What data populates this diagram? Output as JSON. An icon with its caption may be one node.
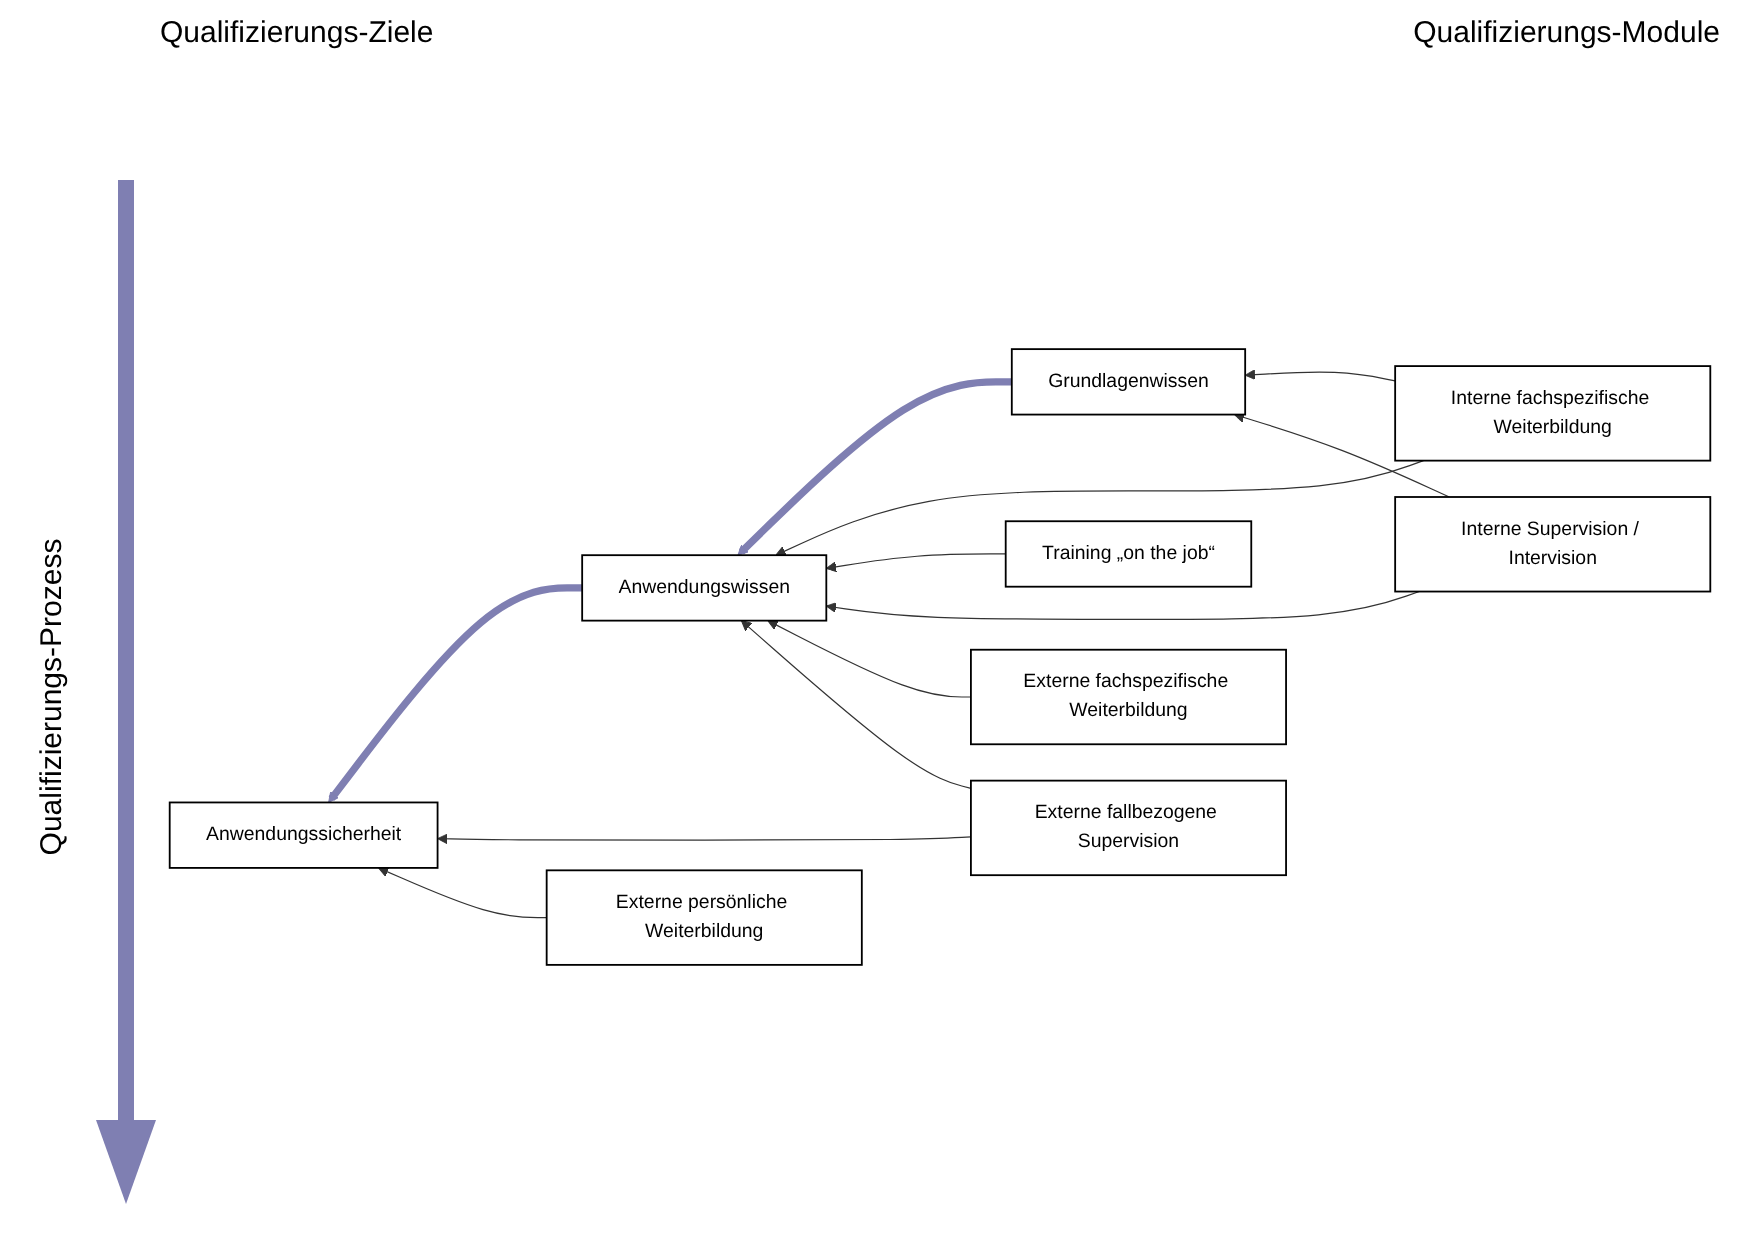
{
  "diagram": {
    "nodes": [
      {
        "text": [
          "Grundlagenwissen"
        ]
      },
      {
        "text": [
          "Anwendungswissen"
        ]
      },
      {
        "text": [
          "Anwendungssicherheit"
        ]
      },
      {
        "text": [
          "Interne fachspezifische Weiterbildung"
        ]
      },
      {
        "text": [
          "Training „on the job“"
        ]
      },
      {
        "text": [
          "Interne Supervision / Intervision"
        ]
      },
      {
        "text": [
          "Externe fachspezifische Weiterbildung"
        ]
      },
      {
        "text": [
          "Externe fallbezogene Supervision"
        ]
      },
      {
        "text": [
          "Externe persönliche Weiterbildung"
        ]
      }
    ],
    "edges": [
      {
        "from": 0,
        "to": 1,
        "arrow": "to",
        "style": "thick",
        "color": "#7f7fb2"
      },
      {
        "from": 1,
        "to": 2,
        "arrow": "to",
        "style": "thick",
        "color": "#7f7fb2"
      },
      {
        "from": 3,
        "to": 0,
        "arrow": "to"
      },
      {
        "from": 3,
        "to": 1,
        "arrow": "to"
      },
      {
        "from": 4,
        "to": 1,
        "arrow": "to"
      },
      {
        "from": 5,
        "to": 0,
        "arrow": "to"
      },
      {
        "from": 5,
        "to": 1,
        "arrow": "to"
      },
      {
        "from": 6,
        "to": 1,
        "arrow": "to"
      },
      {
        "from": 7,
        "to": 1,
        "arrow": "to"
      },
      {
        "from": 7,
        "to": 2,
        "arrow": "to"
      },
      {
        "from": 8,
        "to": 2,
        "arrow": "to"
      }
    ],
    "labels": [
      "Qualifizierungs-Ziele",
      "Qualifizierungs-Module",
      "Qualifizierungs-Prozess"
    ]
  }
}
